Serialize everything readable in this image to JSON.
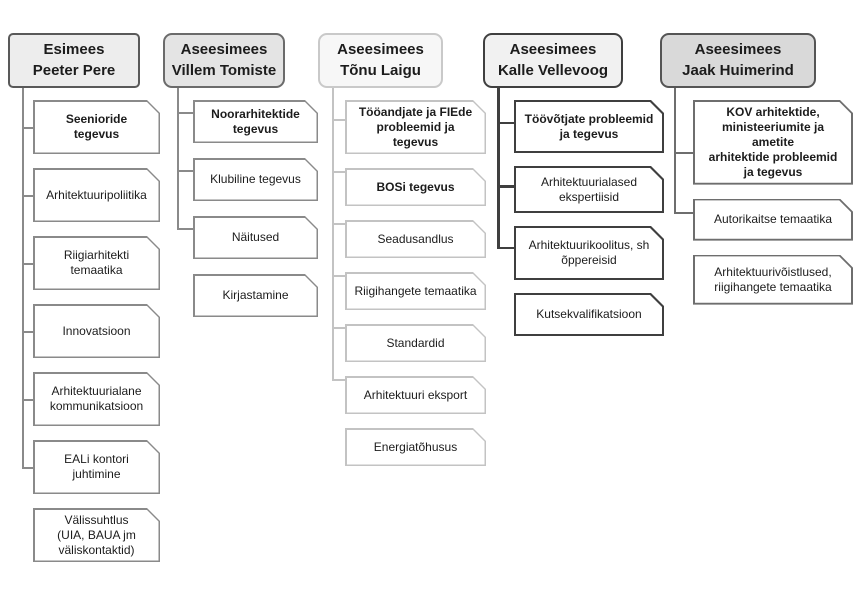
{
  "diagram": {
    "type": "org-chart",
    "columns": [
      {
        "header": "Esimees\nPeeter Pere",
        "items": [
          {
            "label": "Seenioride tegevus",
            "emphasis": true
          },
          {
            "label": "Arhitektuuripoliitika",
            "emphasis": false
          },
          {
            "label": "Riigiarhitekti\ntemaatika",
            "emphasis": false
          },
          {
            "label": "Innovatsioon",
            "emphasis": false
          },
          {
            "label": "Arhitektuurialane\nkommunikatsioon",
            "emphasis": false
          },
          {
            "label": "EALi kontori juhtimine",
            "emphasis": false
          },
          {
            "label": "Välissuhtlus\n(UIA, BAUA jm\nväliskontaktid)",
            "emphasis": false
          }
        ]
      },
      {
        "header": "Aseesimees\nVillem Tomiste",
        "items": [
          {
            "label": "Noorarhitektide\ntegevus",
            "emphasis": true
          },
          {
            "label": "Klubiline tegevus",
            "emphasis": false
          },
          {
            "label": "Näitused",
            "emphasis": false
          },
          {
            "label": "Kirjastamine",
            "emphasis": false
          }
        ]
      },
      {
        "header": "Aseesimees\nTõnu Laigu",
        "items": [
          {
            "label": "Tööandjate ja FIEde\nprobleemid ja tegevus",
            "emphasis": true
          },
          {
            "label": "BOSi tegevus",
            "emphasis": true
          },
          {
            "label": "Seadusandlus",
            "emphasis": false
          },
          {
            "label": "Riigihangete temaatika",
            "emphasis": false
          },
          {
            "label": "Standardid",
            "emphasis": false
          },
          {
            "label": "Arhitektuuri eksport",
            "emphasis": false
          },
          {
            "label": "Energiatõhusus",
            "emphasis": false
          }
        ]
      },
      {
        "header": "Aseesimees\nKalle Vellevoog",
        "items": [
          {
            "label": "Töövõtjate probleemid\nja tegevus",
            "emphasis": true
          },
          {
            "label": "Arhitektuurialased\nekspertiisid",
            "emphasis": false
          },
          {
            "label": "Arhitektuurikoolitus, sh\nõppereisid",
            "emphasis": false
          },
          {
            "label": "Kutsekvalifikatsioon",
            "emphasis": false
          }
        ]
      },
      {
        "header": "Aseesimees\nJaak Huimerind",
        "items": [
          {
            "label": "KOV arhitektide,\nministeeriumite ja ametite\narhitektide probleemid\nja tegevus",
            "emphasis": true
          },
          {
            "label": "Autorikaitse temaatika",
            "emphasis": false
          },
          {
            "label": "Arhitektuurivõistlused,\nriigihangete temaatika",
            "emphasis": false
          }
        ]
      }
    ],
    "palette": {
      "background": "#ffffff",
      "text": "#1c1c1c",
      "column_line_colors": [
        "#8a8a8a",
        "#8a8a8a",
        "#c3c3c3",
        "#3f3f3f",
        "#6e6e6e"
      ],
      "header_fills": [
        "#ededed",
        "#e4e4e4",
        "#f7f7f7",
        "#f1f1f1",
        "#d9d9d9"
      ],
      "header_borders": [
        "#595959",
        "#6b6b6b",
        "#c9c9c9",
        "#3f3f3f",
        "#555555"
      ]
    }
  }
}
